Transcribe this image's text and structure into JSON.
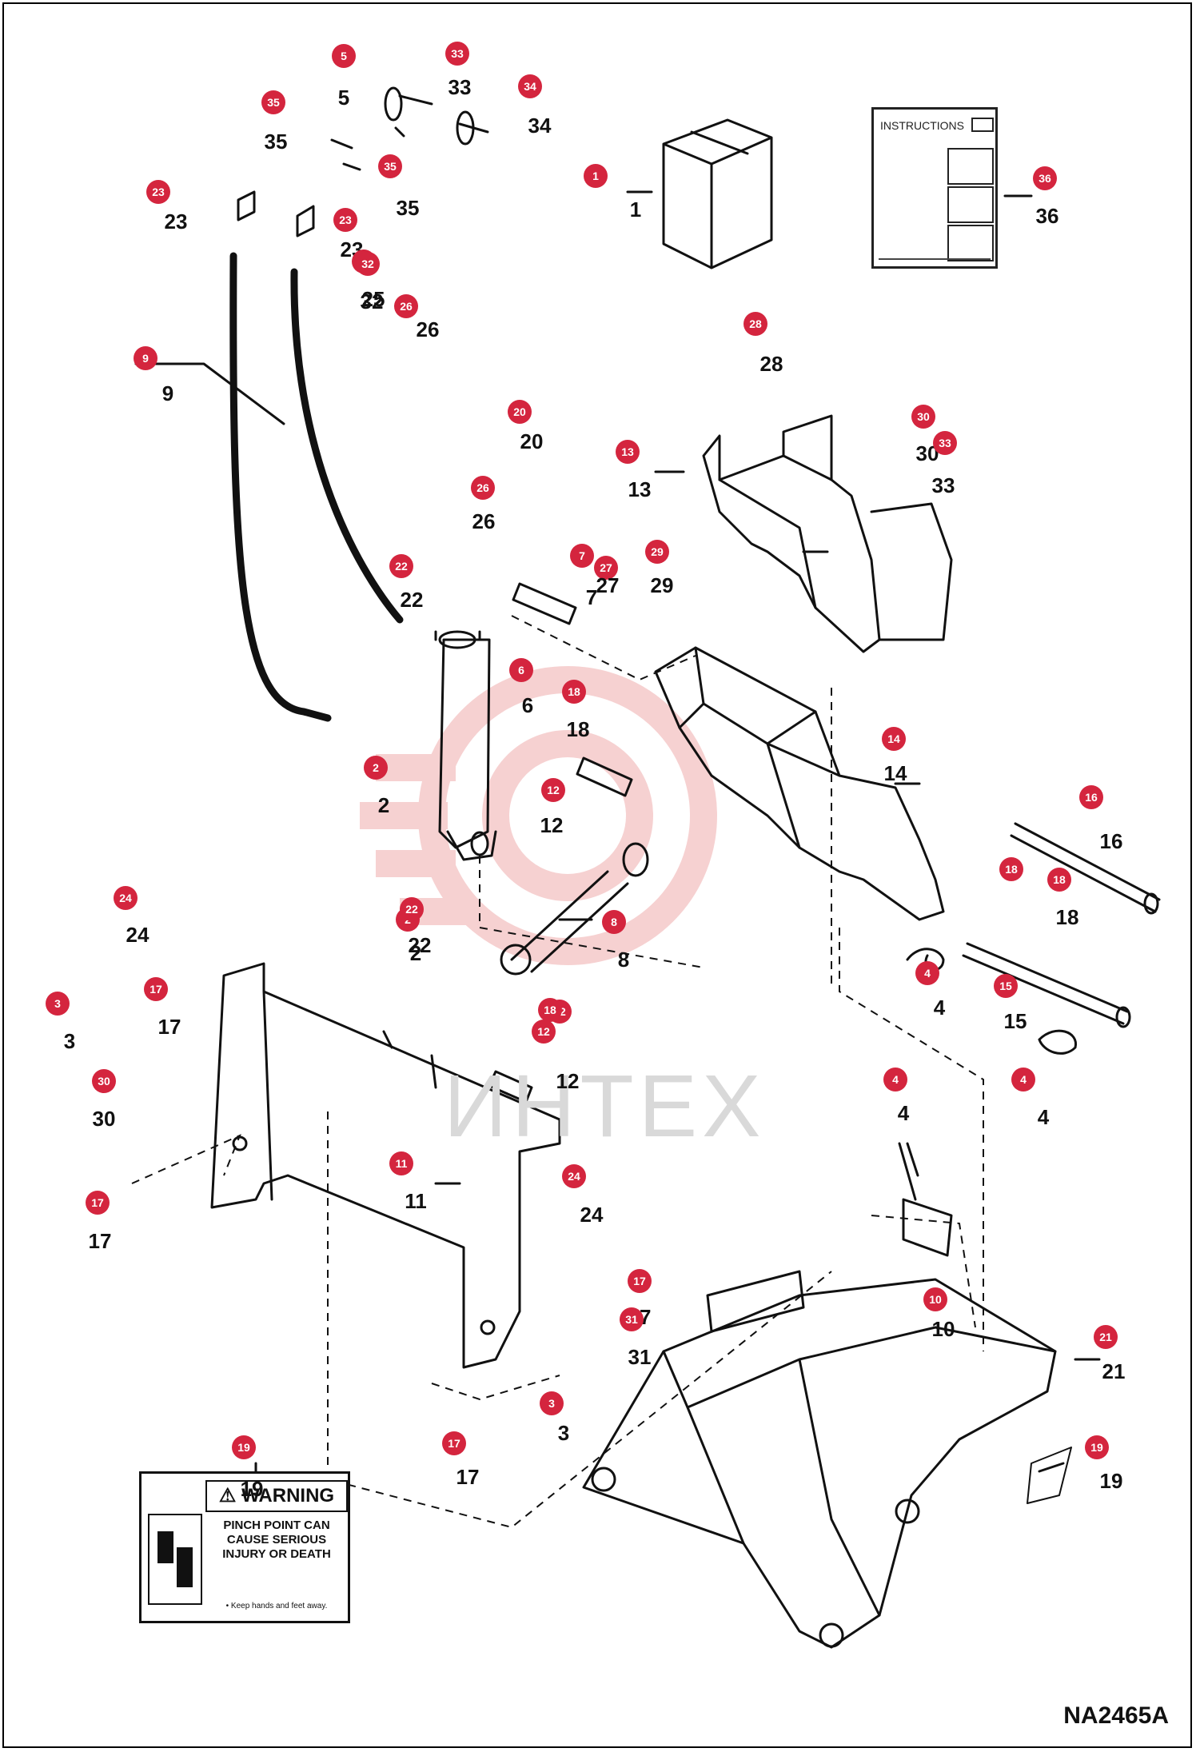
{
  "diagram": {
    "drawing_code": "NA2465A",
    "watermark": "ИНТЕХ",
    "instructions_title": "INSTRUCTIONS",
    "warning": {
      "heading": "⚠ WARNING",
      "message": "PINCH POINT CAN CAUSE SERIOUS INJURY OR DEATH",
      "note": "• Keep hands and feet away."
    },
    "colors": {
      "badge": "#d4253e",
      "ink": "#111111",
      "watermark": "#f2b8b8"
    },
    "callouts": [
      {
        "n": "1",
        "label": "1"
      },
      {
        "n": "2",
        "label": "2"
      },
      {
        "n": "2",
        "label": "2"
      },
      {
        "n": "3",
        "label": "3"
      },
      {
        "n": "3",
        "label": "3"
      },
      {
        "n": "4",
        "label": "4"
      },
      {
        "n": "4",
        "label": "4"
      },
      {
        "n": "4",
        "label": "4"
      },
      {
        "n": "5",
        "label": "5"
      },
      {
        "n": "6",
        "label": "6"
      },
      {
        "n": "7",
        "label": "7"
      },
      {
        "n": "8",
        "label": "8"
      },
      {
        "n": "9",
        "label": "9"
      },
      {
        "n": "10",
        "label": "10"
      },
      {
        "n": "11",
        "label": "11"
      },
      {
        "n": "12",
        "label": "12"
      },
      {
        "n": "12",
        "label": "12"
      },
      {
        "n": "12",
        "label": ""
      },
      {
        "n": "13",
        "label": "13"
      },
      {
        "n": "14",
        "label": "14"
      },
      {
        "n": "15",
        "label": "15"
      },
      {
        "n": "16",
        "label": "16"
      },
      {
        "n": "17",
        "label": "17"
      },
      {
        "n": "17",
        "label": "17"
      },
      {
        "n": "17",
        "label": "17"
      },
      {
        "n": "17",
        "label": "17"
      },
      {
        "n": "18",
        "label": "18"
      },
      {
        "n": "18",
        "label": ""
      },
      {
        "n": "18",
        "label": "18"
      },
      {
        "n": "18",
        "label": ""
      },
      {
        "n": "19",
        "label": "19"
      },
      {
        "n": "19",
        "label": "19"
      },
      {
        "n": "20",
        "label": "20"
      },
      {
        "n": "21",
        "label": "21"
      },
      {
        "n": "22",
        "label": "22"
      },
      {
        "n": "22",
        "label": "22"
      },
      {
        "n": "23",
        "label": "23"
      },
      {
        "n": "23",
        "label": "23"
      },
      {
        "n": "24",
        "label": "24"
      },
      {
        "n": "24",
        "label": "24"
      },
      {
        "n": "25",
        "label": "25"
      },
      {
        "n": "26",
        "label": "26"
      },
      {
        "n": "26",
        "label": "26"
      },
      {
        "n": "27",
        "label": "27"
      },
      {
        "n": "28",
        "label": "28"
      },
      {
        "n": "29",
        "label": "29"
      },
      {
        "n": "30",
        "label": "30"
      },
      {
        "n": "30",
        "label": "30"
      },
      {
        "n": "31",
        "label": "31"
      },
      {
        "n": "32",
        "label": "32"
      },
      {
        "n": "33",
        "label": "33"
      },
      {
        "n": "33",
        "label": "33"
      },
      {
        "n": "34",
        "label": "34"
      },
      {
        "n": "35",
        "label": "35"
      },
      {
        "n": "35",
        "label": "35"
      },
      {
        "n": "36",
        "label": "36"
      }
    ]
  }
}
